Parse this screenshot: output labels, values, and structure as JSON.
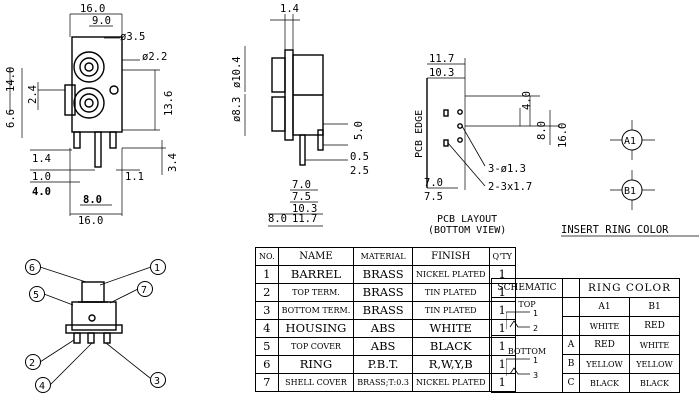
{
  "front_view": {
    "dims": [
      "16.0",
      "9.0",
      "ø3.5",
      "ø2.2",
      "6.6",
      "14.0",
      "2.4",
      "13.6",
      "1.4",
      "1.0",
      "4.0",
      "8.0",
      "16.0",
      "1.1",
      "3.4"
    ]
  },
  "side_view": {
    "dims": [
      "1.4",
      "ø10.4",
      "ø8.3",
      "5.0",
      "0.5",
      "2.5",
      "7.0",
      "7.5",
      "10.3",
      "8.0",
      "11.7"
    ]
  },
  "pcb_layout": {
    "dims": [
      "11.7",
      "10.3",
      "4.0",
      "8.0",
      "16.0",
      "3-ø1.3",
      "2-3x1.7",
      "7.0",
      "7.5"
    ],
    "edge_label": "PCB EDGE",
    "caption_1": "PCB LAYOUT",
    "caption_2": "(BOTTOM VIEW)"
  },
  "insert_ring": {
    "a_label": "A1",
    "b_label": "B1",
    "caption": "INSERT RING COLOR"
  },
  "callouts": [
    "1",
    "2",
    "3",
    "4",
    "5",
    "6",
    "7"
  ],
  "bom": {
    "headers": [
      "NO.",
      "NAME",
      "MATERIAL",
      "FINISH",
      "Q'TY"
    ],
    "rows": [
      [
        "1",
        "BARREL",
        "BRASS",
        "NICKEL PLATED",
        "1"
      ],
      [
        "2",
        "TOP TERM.",
        "BRASS",
        "TIN PLATED",
        "1"
      ],
      [
        "3",
        "BOTTOM TERM.",
        "BRASS",
        "TIN PLATED",
        "1"
      ],
      [
        "4",
        "HOUSING",
        "ABS",
        "WHITE",
        "1"
      ],
      [
        "5",
        "TOP COVER",
        "ABS",
        "BLACK",
        "1"
      ],
      [
        "6",
        "RING",
        "P.B.T.",
        "R,W,Y,B",
        "1"
      ],
      [
        "7",
        "SHELL COVER",
        "BRASS;T:0.3",
        "NICKEL PLATED",
        "1"
      ]
    ]
  },
  "ring_table": {
    "schematic_header": "SCHEMATIC",
    "ring_color_header": "RING COLOR",
    "col_a": "A1",
    "col_b": "B1",
    "top_label": "TOP",
    "bottom_label": "BOTTOM",
    "pin_top_1": "1",
    "pin_top_2": "2",
    "pin_bot_1": "1",
    "pin_bot_3": "3",
    "top_row": [
      "WHITE",
      "RED"
    ],
    "rows": [
      {
        "key": "A",
        "a1": "RED",
        "b1": "WHITE"
      },
      {
        "key": "B",
        "a1": "YELLOW",
        "b1": "YELLOW"
      },
      {
        "key": "C",
        "a1": "BLACK",
        "b1": "BLACK"
      }
    ]
  }
}
